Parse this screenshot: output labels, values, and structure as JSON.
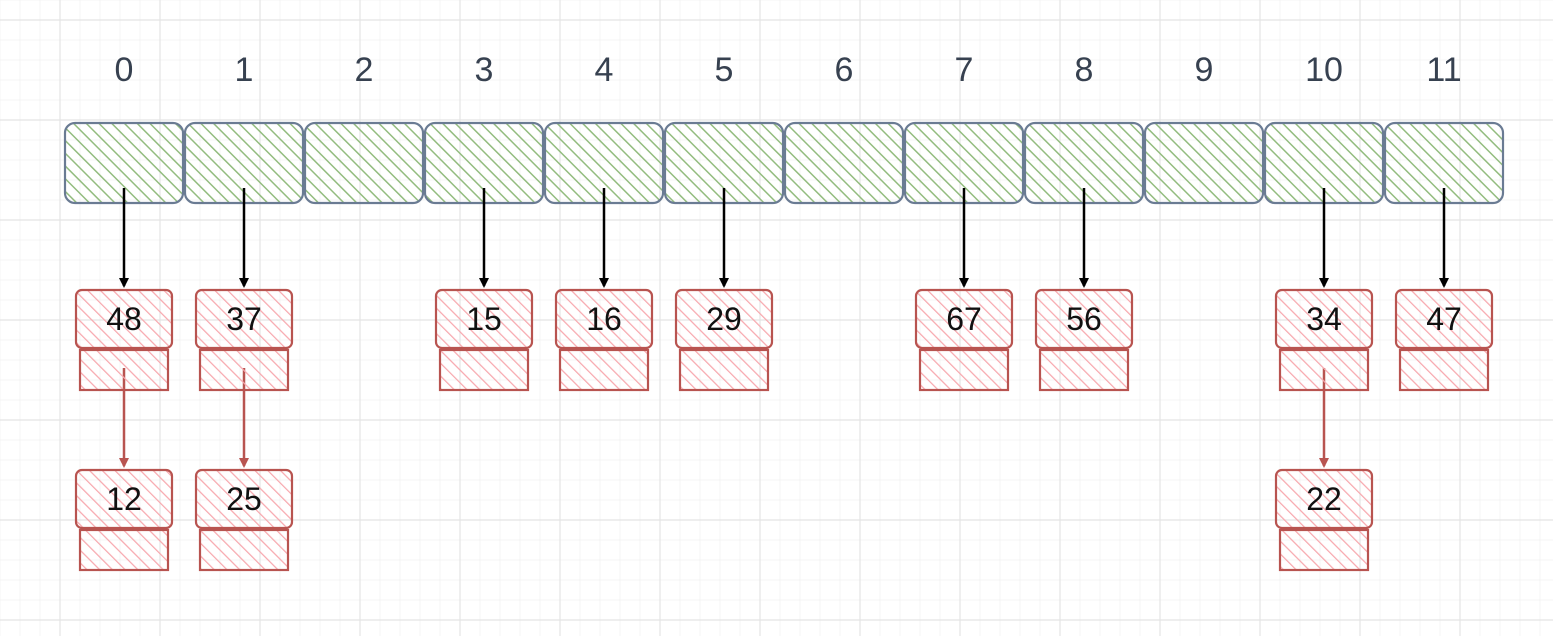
{
  "diagram": {
    "indices": [
      "0",
      "1",
      "2",
      "3",
      "4",
      "5",
      "6",
      "7",
      "8",
      "9",
      "10",
      "11"
    ],
    "buckets": [
      {
        "index": "0",
        "chain": [
          "48",
          "12"
        ]
      },
      {
        "index": "1",
        "chain": [
          "37",
          "25"
        ]
      },
      {
        "index": "2",
        "chain": []
      },
      {
        "index": "3",
        "chain": [
          "15"
        ]
      },
      {
        "index": "4",
        "chain": [
          "16"
        ]
      },
      {
        "index": "5",
        "chain": [
          "29"
        ]
      },
      {
        "index": "6",
        "chain": []
      },
      {
        "index": "7",
        "chain": [
          "67"
        ]
      },
      {
        "index": "8",
        "chain": [
          "56"
        ]
      },
      {
        "index": "9",
        "chain": []
      },
      {
        "index": "10",
        "chain": [
          "34",
          "22"
        ]
      },
      {
        "index": "11",
        "chain": [
          "47"
        ]
      }
    ],
    "colors": {
      "bucket_fill": "#93bc7f",
      "bucket_stroke": "#6a7b93",
      "node_fill": "#f7a8ae",
      "node_stroke": "#b85450",
      "bucket_arrow": "#000000",
      "chain_arrow": "#b85450",
      "grid": "#e4e4e4",
      "index_text": "#374150"
    }
  }
}
